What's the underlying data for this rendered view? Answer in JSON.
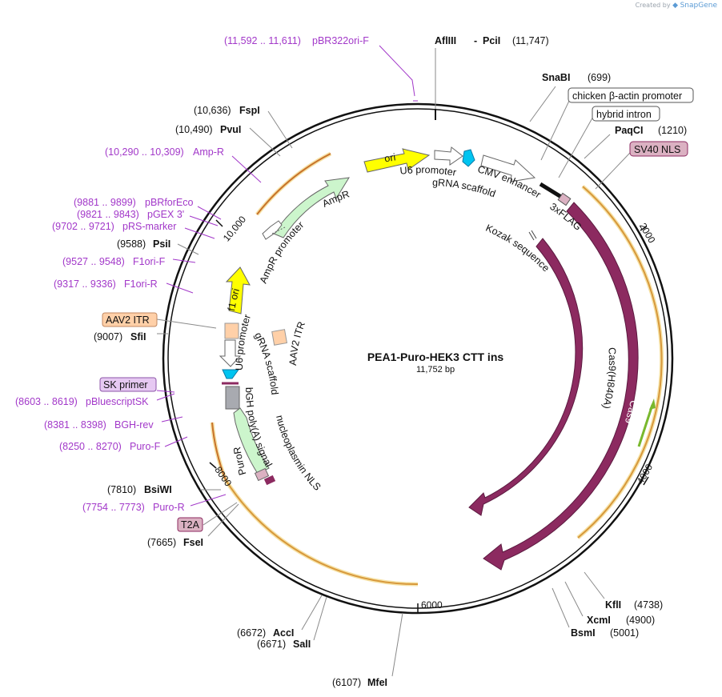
{
  "credit": {
    "prefix": "Created by",
    "brand": "SnapGene"
  },
  "plasmid": {
    "name": "PEA1-Puro-HEK3 CTT ins",
    "size": "11,752 bp"
  },
  "ticks": [
    "2000",
    "4000",
    "6000",
    "8000",
    "10,000"
  ],
  "sites": [
    {
      "id": "afliii",
      "enzyme": "AflIII",
      "pos": ""
    },
    {
      "id": "pcii",
      "enzyme": "PciI",
      "pos": "(11,747)"
    },
    {
      "id": "snabi",
      "enzyme": "SnaBI",
      "pos": "(699)"
    },
    {
      "id": "paqci",
      "enzyme": "PaqCI",
      "pos": "(1210)"
    },
    {
      "id": "kfli",
      "enzyme": "KflI",
      "pos": "(4738)"
    },
    {
      "id": "xcmi",
      "enzyme": "XcmI",
      "pos": "(4900)"
    },
    {
      "id": "bsmi",
      "enzyme": "BsmI",
      "pos": "(5001)"
    },
    {
      "id": "mfei",
      "enzyme": "MfeI",
      "pos": "(6107)"
    },
    {
      "id": "sali",
      "enzyme": "SalI",
      "pos": "(6671)"
    },
    {
      "id": "acci",
      "enzyme": "AccI",
      "pos": "(6672)"
    },
    {
      "id": "fsei",
      "enzyme": "FseI",
      "pos": "(7665)"
    },
    {
      "id": "bsiwi",
      "enzyme": "BsiWI",
      "pos": "(7810)"
    },
    {
      "id": "sfii",
      "enzyme": "SfiI",
      "pos": "(9007)"
    },
    {
      "id": "psii",
      "enzyme": "PsiI",
      "pos": "(9588)"
    },
    {
      "id": "pvui",
      "enzyme": "PvuI",
      "pos": "(10,490)"
    },
    {
      "id": "fspi",
      "enzyme": "FspI",
      "pos": "(10,636)"
    }
  ],
  "primers": [
    {
      "id": "pbr322ori",
      "range": "(11,592 .. 11,611)",
      "name": "pBR322ori-F"
    },
    {
      "id": "ampr",
      "range": "(10,290 .. 10,309)",
      "name": "Amp-R"
    },
    {
      "id": "pbrforeco",
      "range": "(9881 .. 9899)",
      "name": "pBRforEco"
    },
    {
      "id": "pgex3",
      "range": "(9821 .. 9843)",
      "name": "pGEX 3'"
    },
    {
      "id": "prsmarker",
      "range": "(9702 .. 9721)",
      "name": "pRS-marker"
    },
    {
      "id": "f1orif",
      "range": "(9527 .. 9548)",
      "name": "F1ori-F"
    },
    {
      "id": "f1orir",
      "range": "(9317 .. 9336)",
      "name": "F1ori-R"
    },
    {
      "id": "pbluescriptsk",
      "range": "(8603 .. 8619)",
      "name": "pBluescriptSK"
    },
    {
      "id": "bghrev",
      "range": "(8381 .. 8398)",
      "name": "BGH-rev"
    },
    {
      "id": "purof",
      "range": "(8250 .. 8270)",
      "name": "Puro-F"
    },
    {
      "id": "puror",
      "range": "(7754 .. 7773)",
      "name": "Puro-R"
    }
  ],
  "boxed_labels": {
    "chicken_actin": "chicken β-actin promoter",
    "hybrid_intron": "hybrid intron",
    "sv40_nls": "SV40 NLS",
    "aav2_itr": "AAV2 ITR",
    "sk_primer": "SK primer",
    "t2a": "T2A"
  },
  "features": {
    "ori": "ori",
    "u6_promoter_top": "U6 promoter",
    "grna_scaffold_top": "gRNA scaffold",
    "cmv_enhancer": "CMV enhancer",
    "flag": "3xFLAG",
    "kozak": "Kozak sequence",
    "cas9_h840a": "Cas9(H840A)",
    "cas9": "Cas9",
    "ampr": "AmpR",
    "ampr_promoter": "AmpR promoter",
    "f1_ori": "f1 ori",
    "u6_promoter_left": "U6 promoter",
    "grna_scaffold_left": "gRNA scaffold",
    "aav2_itr_inner": "AAV2 ITR",
    "bgh_polya": "bGH poly(A) signal",
    "puror": "PuroR",
    "nucleoplasmin_nls": "nucleoplasmin NLS"
  },
  "colors": {
    "backbone": "#111111",
    "primer": "#a238c9",
    "cas9": "#8c2a60",
    "ori": "#ffff00",
    "ampr": "#ccf5cc",
    "puror": "#ccf5cc",
    "orange_arc": "#e8c46a",
    "itr": "#ffd0a8",
    "nls": "#dbb1c2",
    "grna": "#00c4f0",
    "bgh": "#a8aab0"
  }
}
